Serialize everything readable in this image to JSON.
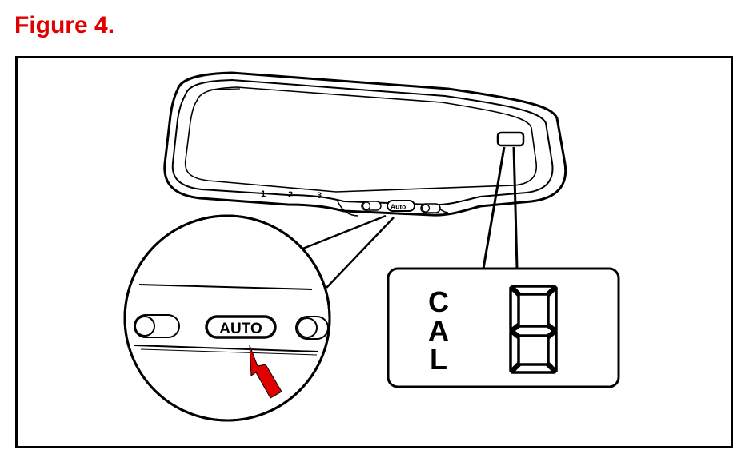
{
  "figure": {
    "title": "Figure 4.",
    "title_color": "#e00000"
  },
  "mirror": {
    "button_labels": [
      "1",
      "2",
      "3"
    ],
    "auto_button_small_label": "Auto"
  },
  "zoom": {
    "auto_button_label": "AUTO",
    "arrow_color": "#e00000"
  },
  "display": {
    "letters": [
      "C",
      "A",
      "L"
    ],
    "digit": "8"
  }
}
